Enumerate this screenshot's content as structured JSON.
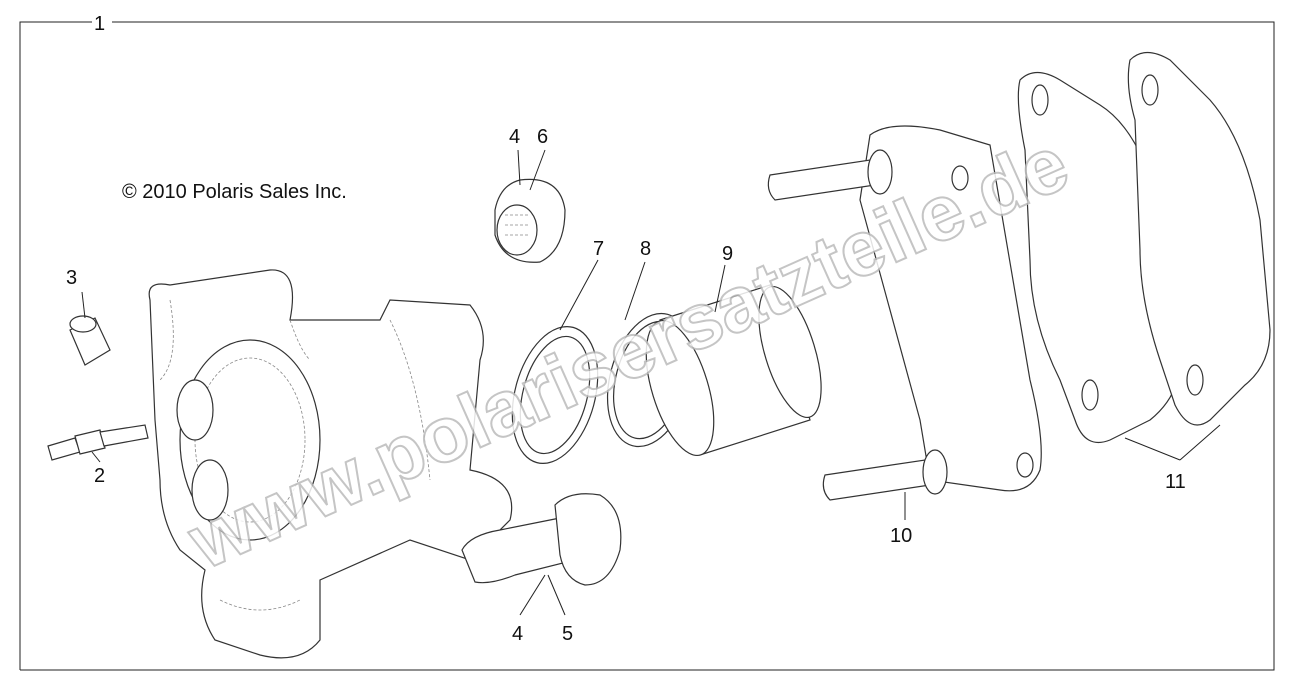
{
  "copyright": "© 2010 Polaris Sales Inc.",
  "watermark": "www.polarisersatzteile.de",
  "callouts": {
    "c1": "1",
    "c2": "2",
    "c3": "3",
    "c4a": "4",
    "c6": "6",
    "c7": "7",
    "c8": "8",
    "c9": "9",
    "c4b": "4",
    "c5": "5",
    "c10": "10",
    "c11": "11"
  }
}
